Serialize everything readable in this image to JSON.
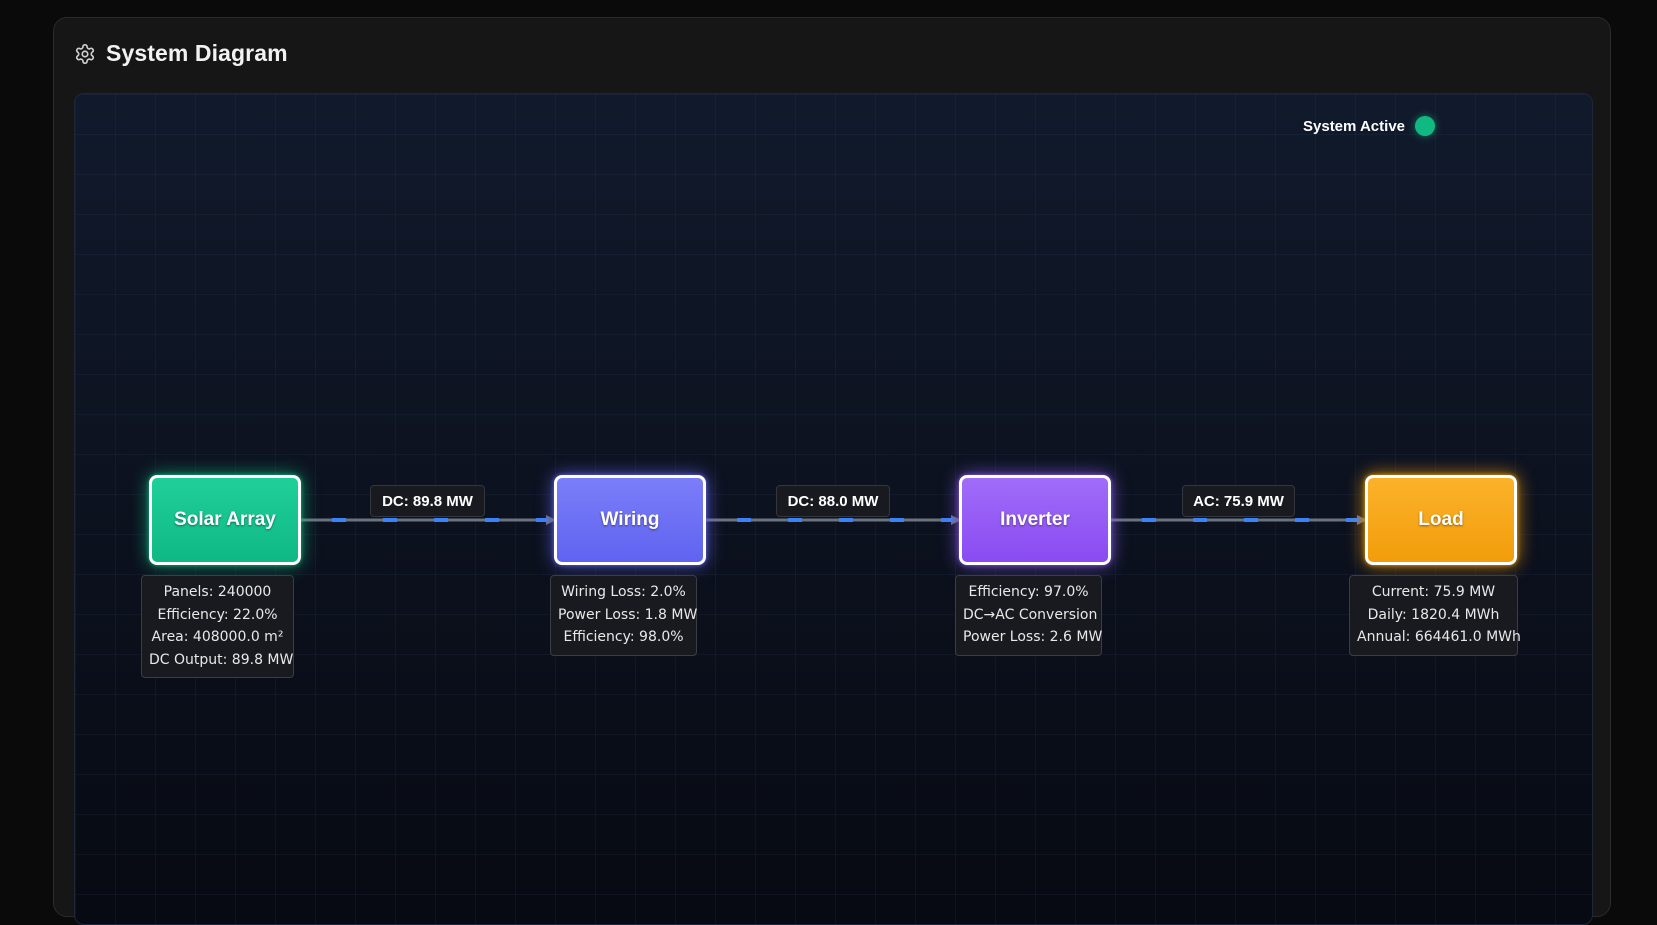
{
  "header": {
    "title": "System Diagram",
    "icon": "gear-icon"
  },
  "status": {
    "label": "System Active",
    "color": "#10b981"
  },
  "nodes": [
    {
      "label": "Solar Array",
      "color": "#10b981",
      "details": [
        "Panels: 240000",
        "Efficiency: 22.0%",
        "Area: 408000.0 m²",
        "DC Output: 89.8 MW"
      ]
    },
    {
      "label": "Wiring",
      "color": "#6366f1",
      "details": [
        "Wiring Loss: 2.0%",
        "Power Loss: 1.8 MW",
        "Efficiency: 98.0%"
      ]
    },
    {
      "label": "Inverter",
      "color": "#8b5cf6",
      "details": [
        "Efficiency: 97.0%",
        "DC→AC Conversion",
        "Power Loss: 2.6 MW"
      ]
    },
    {
      "label": "Load",
      "color": "#f59e0b",
      "details": [
        "Current: 75.9 MW",
        "Daily: 1820.4 MWh",
        "Annual: 664461.0 MWh"
      ]
    }
  ],
  "flows": [
    {
      "label": "DC: 89.8 MW"
    },
    {
      "label": "DC: 88.0 MW"
    },
    {
      "label": "AC: 75.9 MW"
    }
  ],
  "colors": {
    "flow_dash": "#3b82f6",
    "connector": "#6b7280"
  }
}
